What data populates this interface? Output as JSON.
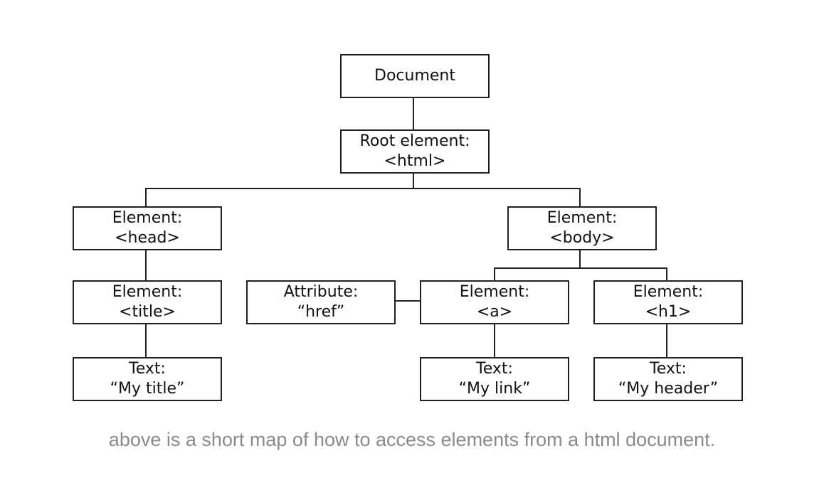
{
  "diagram": {
    "document": "Document",
    "root": {
      "line1": "Root element:",
      "line2": "<html>"
    },
    "head": {
      "line1": "Element:",
      "line2": "<head>"
    },
    "body": {
      "line1": "Element:",
      "line2": "<body>"
    },
    "title": {
      "line1": "Element:",
      "line2": "<title>"
    },
    "attribute": {
      "line1": "Attribute:",
      "line2": "“href”"
    },
    "a": {
      "line1": "Element:",
      "line2": "<a>"
    },
    "h1": {
      "line1": "Element:",
      "line2": "<h1>"
    },
    "text_title": {
      "line1": "Text:",
      "line2": "“My title”"
    },
    "text_link": {
      "line1": "Text:",
      "line2": "“My link”"
    },
    "text_header": {
      "line1": "Text:",
      "line2": "“My header”"
    }
  },
  "caption": "above is a short map of how to access elements from a html document.",
  "colors": {
    "stroke": "#222222",
    "caption": "#8a8a8a"
  }
}
